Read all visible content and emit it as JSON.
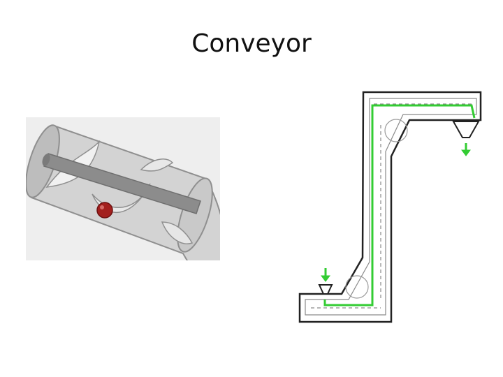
{
  "slide": {
    "title": "Conveyor"
  },
  "figures": [
    {
      "id": "screw-conveyor",
      "colors": {
        "casing": "#a9a9a9",
        "shaft": "#8a8a8a",
        "flight": "#d4d4d4",
        "ball": "#a3201e",
        "background": "#eeeeee"
      }
    },
    {
      "id": "bucket-elevator-conveyor",
      "colors": {
        "outline": "#222222",
        "chain": "#7a7a7a",
        "flow": "#33cc33",
        "arrow": "#33cc33"
      }
    }
  ]
}
